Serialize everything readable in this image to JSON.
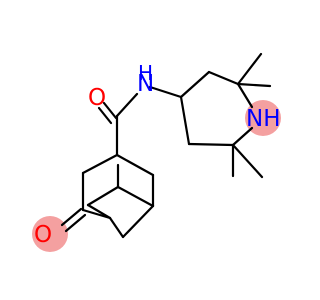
{
  "molecule": {
    "atoms": {
      "oxygen_amide": {
        "symbol": "O",
        "color": "#ff0000"
      },
      "nitrogen_amide": {
        "symbol": "N",
        "subscript": "H",
        "color": "#0000ff"
      },
      "nitrogen_ring": {
        "symbol": "NH",
        "color": "#0000ff",
        "highlight": "#f4a0a0"
      },
      "oxygen_ketone": {
        "symbol": "O",
        "color": "#ff0000",
        "highlight": "#f4a0a0"
      }
    },
    "bond_color": "#000000"
  }
}
